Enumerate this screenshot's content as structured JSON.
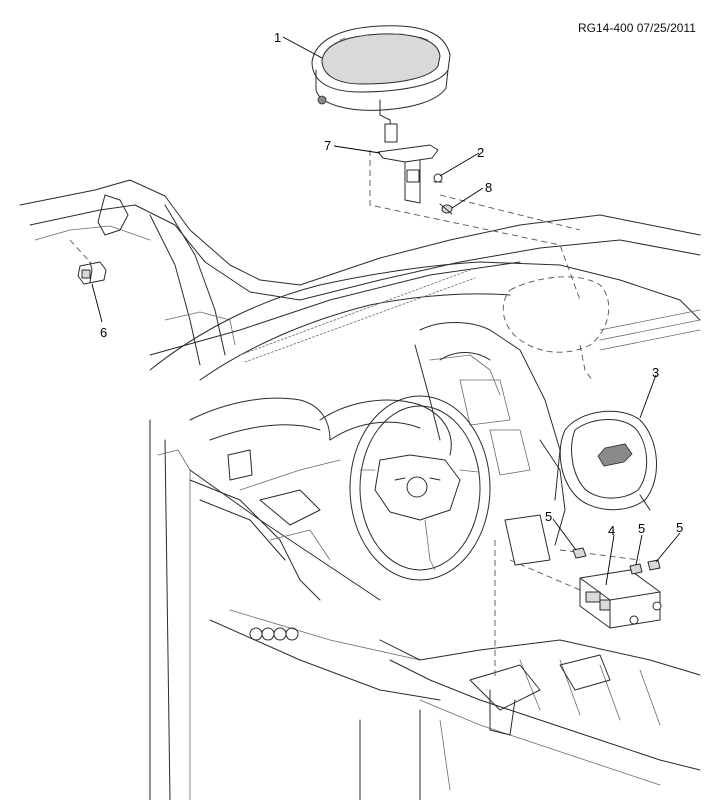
{
  "reference": "RG14-400 07/25/2011",
  "callouts": {
    "c1": "1",
    "c2": "2",
    "c3": "3",
    "c4": "4",
    "c5a": "5",
    "c5b": "5",
    "c5c": "5",
    "c6": "6",
    "c7": "7",
    "c8": "8"
  }
}
